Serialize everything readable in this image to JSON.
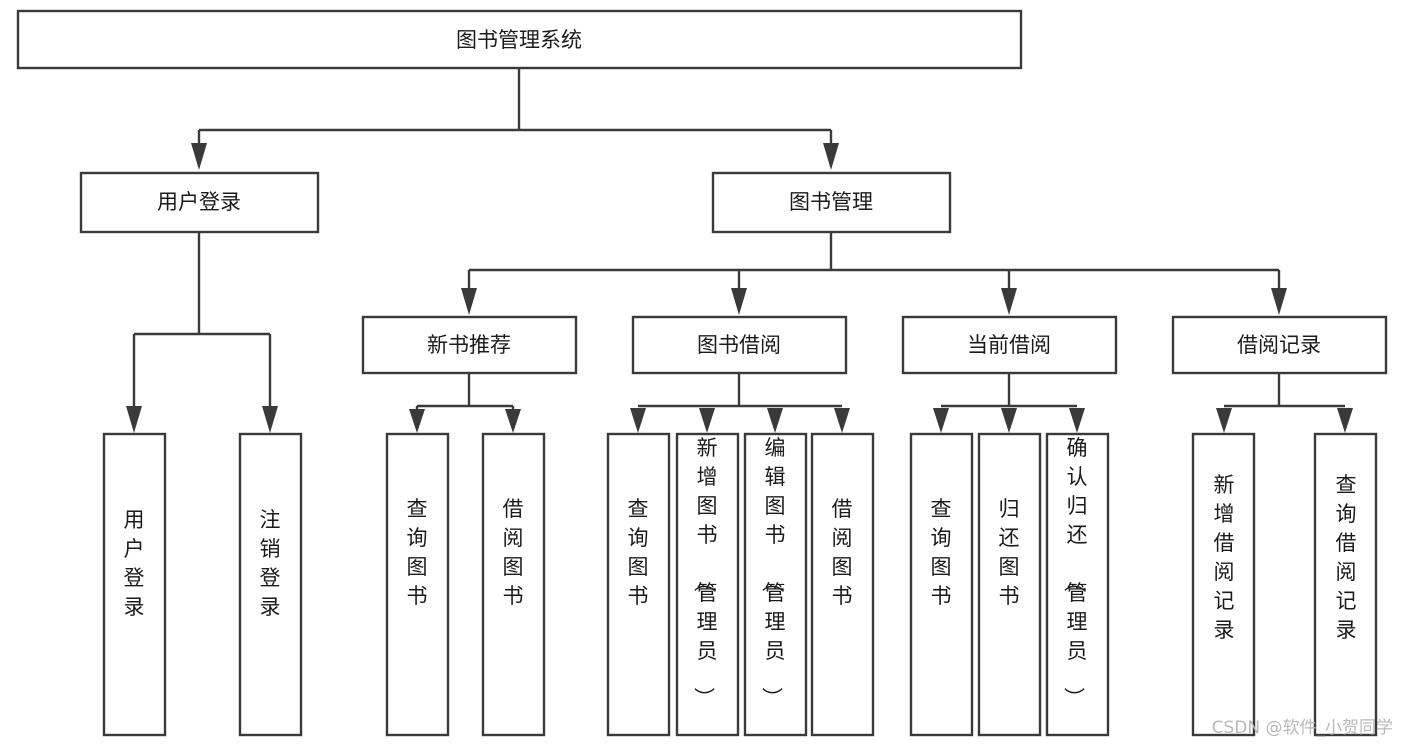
{
  "diagram": {
    "type": "tree-hierarchy-diagram",
    "title": "图书管理系统",
    "orientation": "top-down",
    "colors": {
      "stroke": "#3a3a3a",
      "box_fill": "#ffffff",
      "text": "#1b1b1b",
      "background": "#ffffff",
      "watermark": "#b9b9b9"
    },
    "root": {
      "label": "图书管理系统"
    },
    "level2": [
      {
        "label": "用户登录"
      },
      {
        "label": "图书管理"
      }
    ],
    "level3": [
      {
        "label": "新书推荐"
      },
      {
        "label": "图书借阅"
      },
      {
        "label": "当前借阅"
      },
      {
        "label": "借阅记录"
      }
    ],
    "leaves": {
      "user_login": [
        {
          "label": "用户登录"
        },
        {
          "label": "注销登录"
        }
      ],
      "new_book_recommend": [
        {
          "label": "查询图书"
        },
        {
          "label": "借阅图书"
        }
      ],
      "book_borrow": [
        {
          "label": "查询图书"
        },
        {
          "label": "新增图书（管理员）"
        },
        {
          "label": "编辑图书（管理员）"
        },
        {
          "label": "借阅图书"
        }
      ],
      "current_borrow": [
        {
          "label": "查询图书"
        },
        {
          "label": "归还图书"
        },
        {
          "label": "确认归还（管理员）"
        }
      ],
      "borrow_record": [
        {
          "label": "新增借阅记录"
        },
        {
          "label": "查询借阅记录"
        }
      ]
    }
  },
  "watermark": {
    "text": "CSDN @软件_小贺同学"
  }
}
